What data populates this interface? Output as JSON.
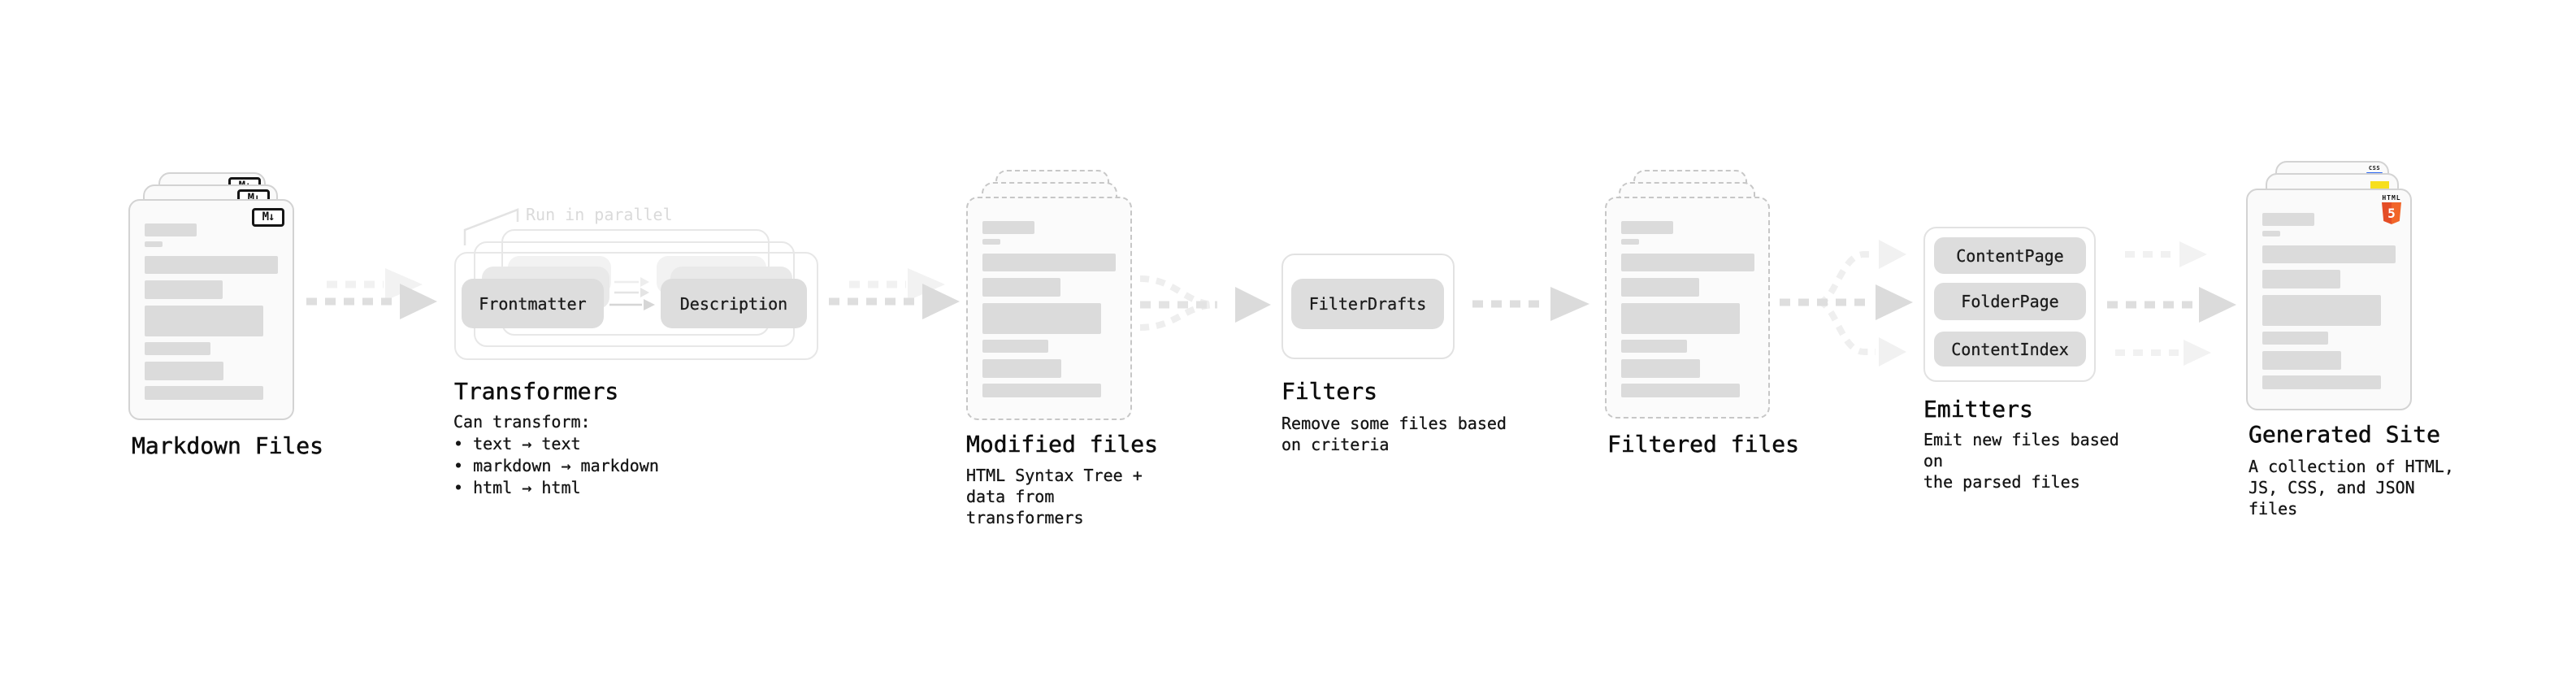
{
  "diagram": {
    "markdown_files": {
      "label": "Markdown Files",
      "badge": "M↓"
    },
    "transformers": {
      "annotation": "Run in parallel",
      "pill_left": "Frontmatter",
      "pill_right": "Description",
      "title": "Transformers",
      "description": "Can transform:\n • text → text\n • markdown → markdown\n • html → html"
    },
    "modified_files": {
      "title": "Modified files",
      "description": "HTML Syntax Tree +\ndata from transformers"
    },
    "filters": {
      "pill": "FilterDrafts",
      "title": "Filters",
      "description": "Remove some files based\non criteria"
    },
    "filtered_files": {
      "title": "Filtered files"
    },
    "emitters": {
      "pills": [
        "ContentPage",
        "FolderPage",
        "ContentIndex"
      ],
      "title": "Emitters",
      "description": "Emit new files based on\nthe parsed files"
    },
    "generated_site": {
      "title": "Generated Site",
      "description": "A collection of HTML,\nJS, CSS, and JSON files",
      "badge_css": "CSS",
      "badge_html_label": "HTML",
      "badge_html_number": "5"
    },
    "colors": {
      "html5_orange": "#e44d26",
      "js_yellow": "#f7df1e",
      "css_blue": "#2965f1",
      "bar_gray": "#dbdbdb",
      "pill_gray": "#dddddd",
      "arrow_gray": "#dedede"
    }
  }
}
